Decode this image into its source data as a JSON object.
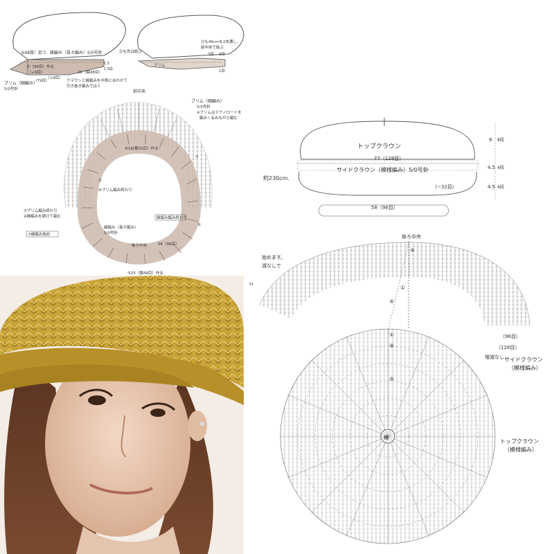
{
  "top_left_diagrams": {
    "left_hat_labels": {
      "l1": "⑤48目）拾う",
      "l2": "縁編み（長々編み）5/0号針",
      "l3": "⑬（96目）作る",
      "l4": "（+9目）",
      "l5": "（+9目）",
      "l6": "（79目）",
      "l7": "28（編48目）",
      "l8": "クラウンと縁編みを中表に合わせて",
      "l9": "引き抜き編みではぐ",
      "l10": "ブリム（細編み）",
      "l11": "5/0号針",
      "l12": "1.5",
      "l13": "1.5段"
    },
    "right_hat_labels": {
      "l1": "ひも先は結ぶ",
      "l2": "ひも46cmを2本通し、",
      "l3": "前中央で結ぶ",
      "l4": "3目",
      "l5": "3目",
      "l6": "ブリム",
      "l7": "1目"
    }
  },
  "brim_chart": {
    "front_center": "前中央",
    "brim_label": "ブリム（細編み）",
    "brim_needle": "5/0号針",
    "brim_note1": "※ブリムはテクノロートを",
    "brim_note2": "編みくるみながら編む",
    "start_chain": "⑥19(鎖32目）作る",
    "brim_end_mark": "⑥ブリム編み終わり",
    "edge_label": "縁編み（長々編み）",
    "edge_needle": "5/0号針",
    "brim_finish1": "⑤ブリム編み終わり",
    "brim_finish2": "※縁編みを続けて編む",
    "edge_start": "⑤縁編み始め",
    "edge_end": "縁編み編み終わり",
    "back_center": "後ろ中央",
    "count_96": "56（96目）",
    "bottom_note": "⑤25（鎖48目）作る",
    "row_marks": [
      "⑬",
      "⑦",
      "①",
      "①",
      "①"
    ]
  },
  "schematic": {
    "top_crown": "トップクラウン",
    "side_crown": "サイドクラウン（模様編み）5/0号針",
    "width_label": "77（128目）",
    "decrease_label": "（−32目）",
    "circumference": "約230cm.",
    "band_label": "58（96目）",
    "height_1": "9",
    "height_1_rows": "8段",
    "height_2": "4.5",
    "height_2_rows": "4段",
    "height_3": "4.5",
    "height_3_rows": "4段"
  },
  "crown_chart": {
    "back_center": "後ろ中央",
    "start_here": "始めます。",
    "no_decrease": "減なしで",
    "page_mark": "51",
    "count_96": "（96目）",
    "count_128": "（128目）",
    "no_inc_dec": "増減なし",
    "side_crown": "サイドクラウン",
    "side_crown_pattern": "（模様編み）",
    "top_crown": "トップクラウン",
    "top_crown_pattern": "（模様編み）",
    "center_mark": "輪",
    "row_marks": [
      "④",
      "①",
      "④",
      "①",
      "⑧",
      "⑤"
    ]
  },
  "colors": {
    "hat_yellow": "#c9a43a",
    "brim_band": "#cdbbb0",
    "line": "#555555"
  }
}
